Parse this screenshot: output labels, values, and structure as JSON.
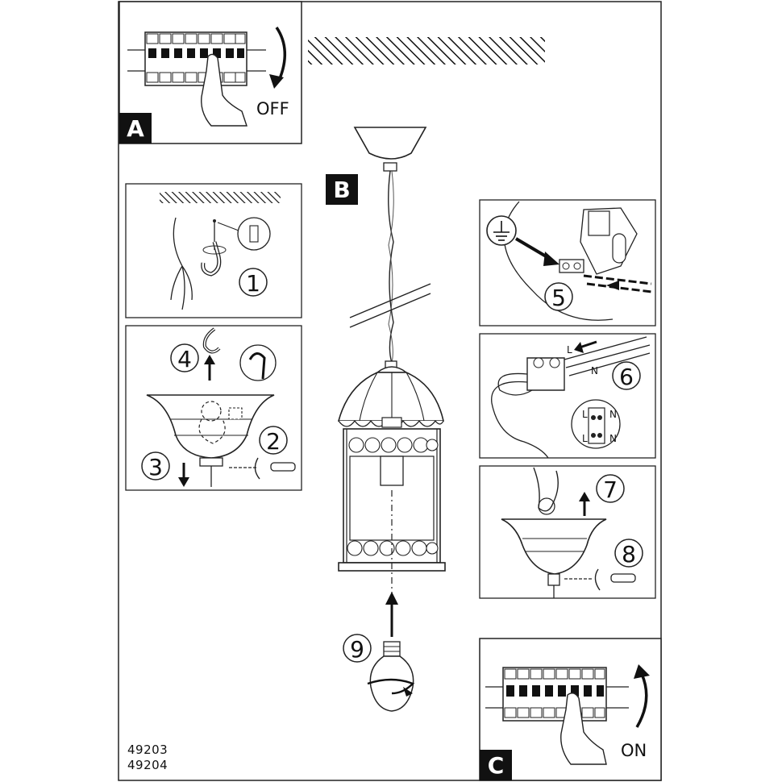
{
  "panels": {
    "a": {
      "badge": "A",
      "switch_label": "OFF"
    },
    "b": {
      "badge": "B"
    },
    "c": {
      "badge": "C",
      "switch_label": "ON"
    }
  },
  "steps": [
    "1",
    "2",
    "3",
    "4",
    "5",
    "6",
    "7",
    "8",
    "9"
  ],
  "wire_labels": {
    "live": "L",
    "neutral": "N"
  },
  "terminal_labels": {
    "left_top": "L",
    "right_top": "N",
    "left_bottom": "L",
    "right_bottom": "N"
  },
  "product_codes": [
    "49203",
    "49204"
  ]
}
